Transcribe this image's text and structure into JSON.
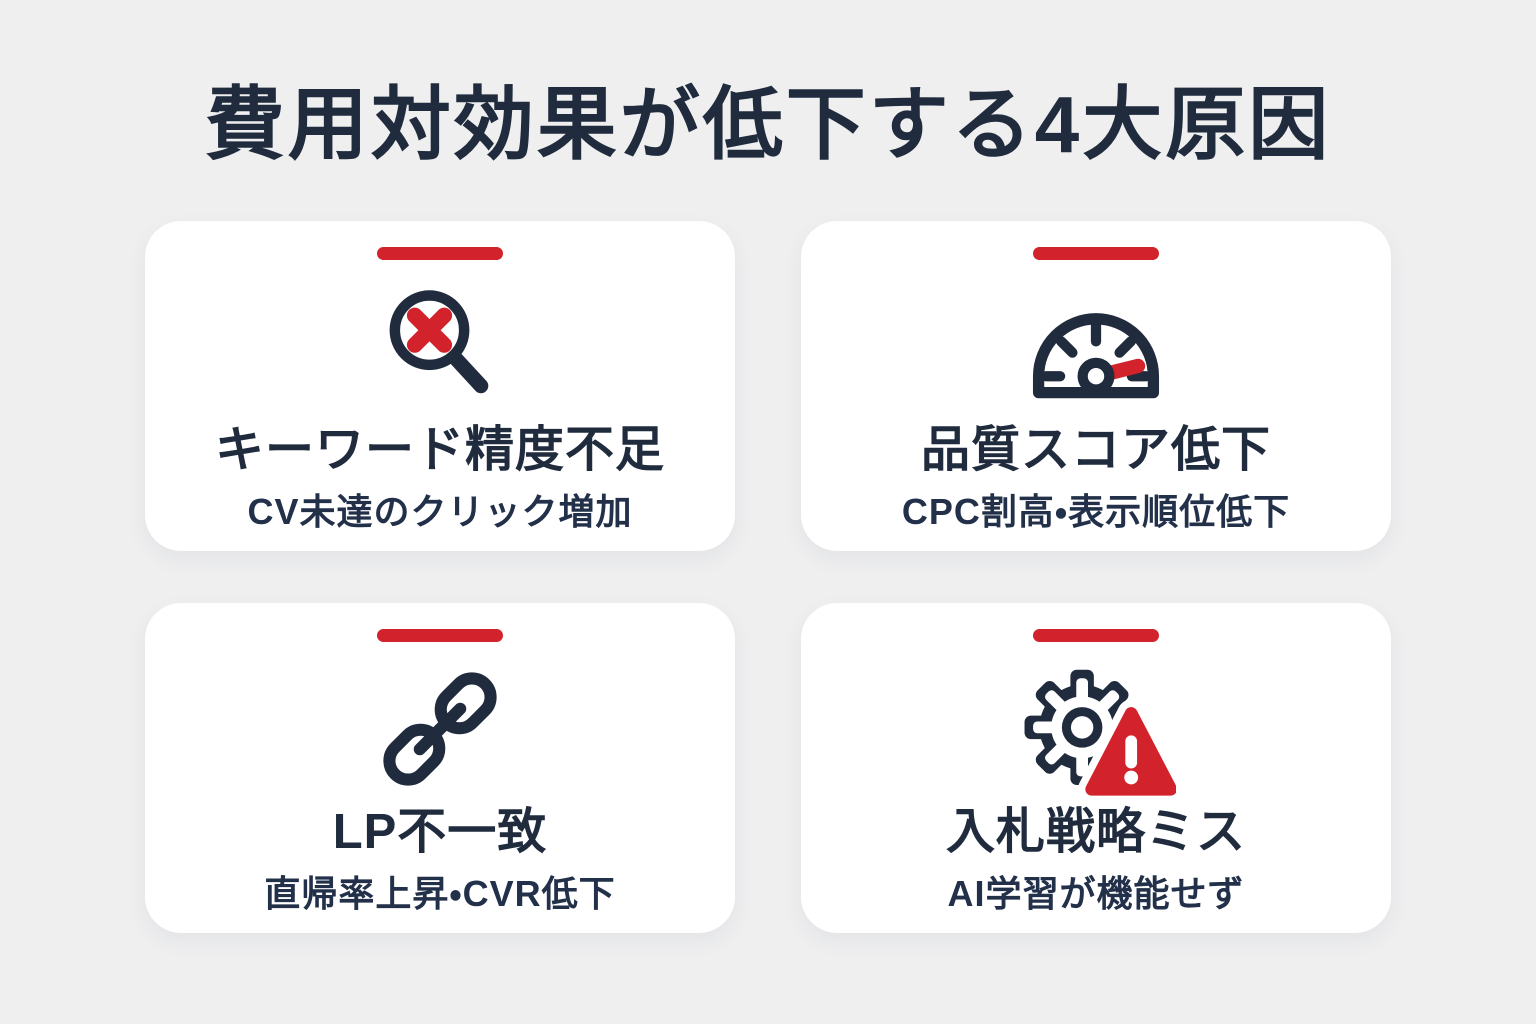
{
  "page": {
    "title": "費用対効果が低下する4大原因",
    "background_color": "#efeff0"
  },
  "colors": {
    "accent_red": "#d2222b",
    "navy": "#202c3e",
    "card_background": "#ffffff"
  },
  "cards": [
    {
      "icon": "search-x-icon",
      "title": "キーワード精度不足",
      "subtitle": "CV未達のクリック増加"
    },
    {
      "icon": "speedometer-icon",
      "title": "品質スコア低下",
      "subtitle": "CPC割高・表示順位低下"
    },
    {
      "icon": "link-icon",
      "title": "LP不一致",
      "subtitle": "直帰率上昇・CVR低下"
    },
    {
      "icon": "gear-warning-icon",
      "title": "入札戦略ミス",
      "subtitle": "AI学習が機能せず"
    }
  ]
}
